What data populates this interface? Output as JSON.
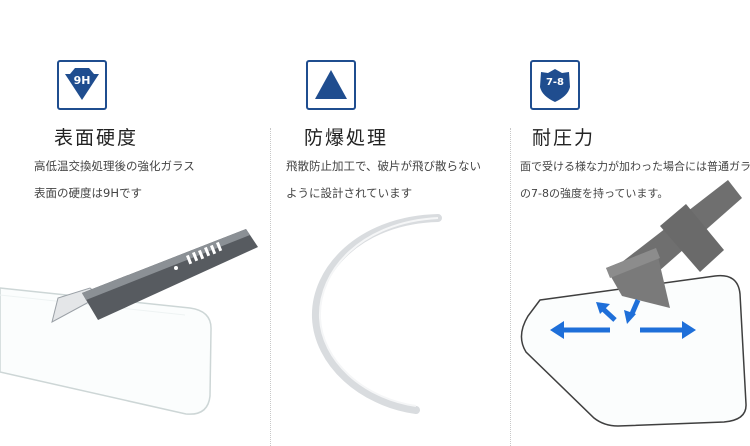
{
  "features": [
    {
      "title": "表面硬度",
      "badge_text": "9H",
      "badge_icon": "diamond-icon",
      "lines": [
        "高低温交換処理後の強化ガラス",
        "表面の硬度は9Hです"
      ]
    },
    {
      "title": "防爆処理",
      "badge_icon": "triangle-icon",
      "lines": [
        "飛散防止加工で、破片が飛び散らない",
        "ように設計されています"
      ]
    },
    {
      "title": "耐圧力",
      "badge_text": "7-8",
      "badge_icon": "shield-icon",
      "lines": [
        "面で受ける様な力が加わった場合には普通ガラス",
        "の7-8の強度を持っています。"
      ]
    }
  ],
  "colors": {
    "badge": "#1f4d8f",
    "arrow": "#1e6fd9",
    "hammer": "#6f6f6f"
  }
}
